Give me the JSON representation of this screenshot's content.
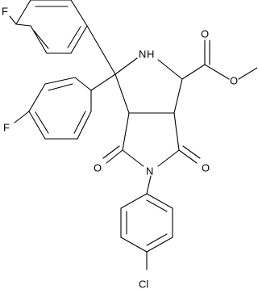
{
  "atoms": {
    "f_top": "F",
    "f_left": "F",
    "nh": "N",
    "nh_h": "H",
    "n_imide": "N",
    "o_ester_carbonyl": "O",
    "o_ester_ether": "O",
    "o_imide_left": "O",
    "o_imide_right": "O",
    "cl": "Cl"
  }
}
